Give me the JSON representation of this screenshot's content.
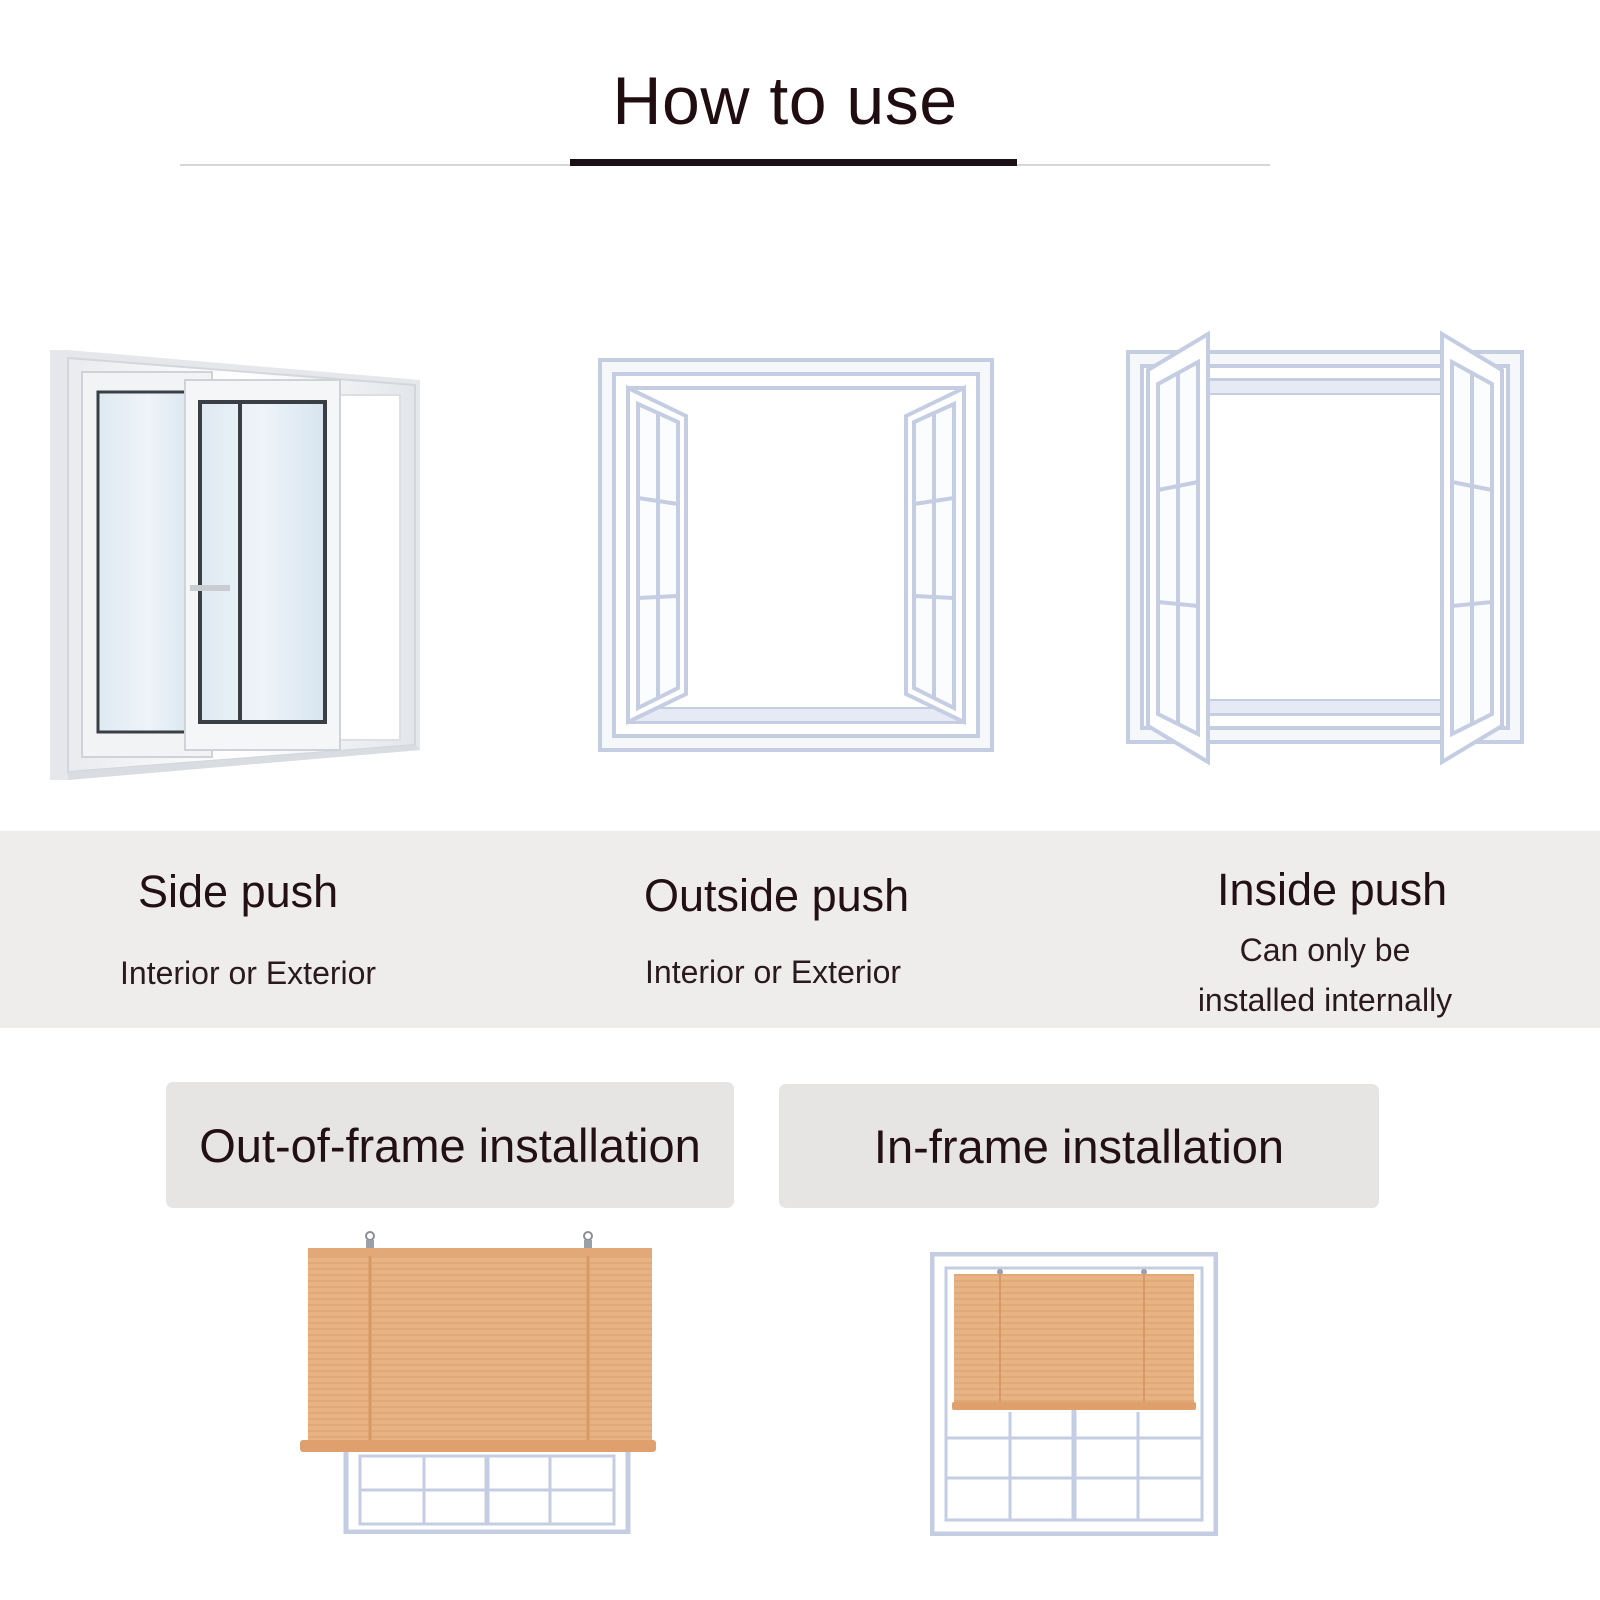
{
  "page": {
    "title": "How to use"
  },
  "window_types": [
    {
      "name": "Side push",
      "note": "Interior or Exterior",
      "icon": "sliding-window-icon"
    },
    {
      "name": "Outside push",
      "note": "Interior or Exterior",
      "icon": "outward-casement-window-icon"
    },
    {
      "name": "Inside push",
      "note_line1": "Can only be",
      "note_line2": "installed internally",
      "icon": "inward-casement-window-icon"
    }
  ],
  "installations": [
    {
      "label": "Out-of-frame installation",
      "icon": "bamboo-blind-outside-frame-icon"
    },
    {
      "label": "In-frame installation",
      "icon": "bamboo-blind-inside-frame-icon"
    }
  ],
  "colors": {
    "title_text": "#1f0d12",
    "band_background": "#eeedec",
    "install_box_background": "#e6e5e4",
    "window_frame": "#c9d1e6",
    "bamboo_blind": "#e7b07f"
  }
}
